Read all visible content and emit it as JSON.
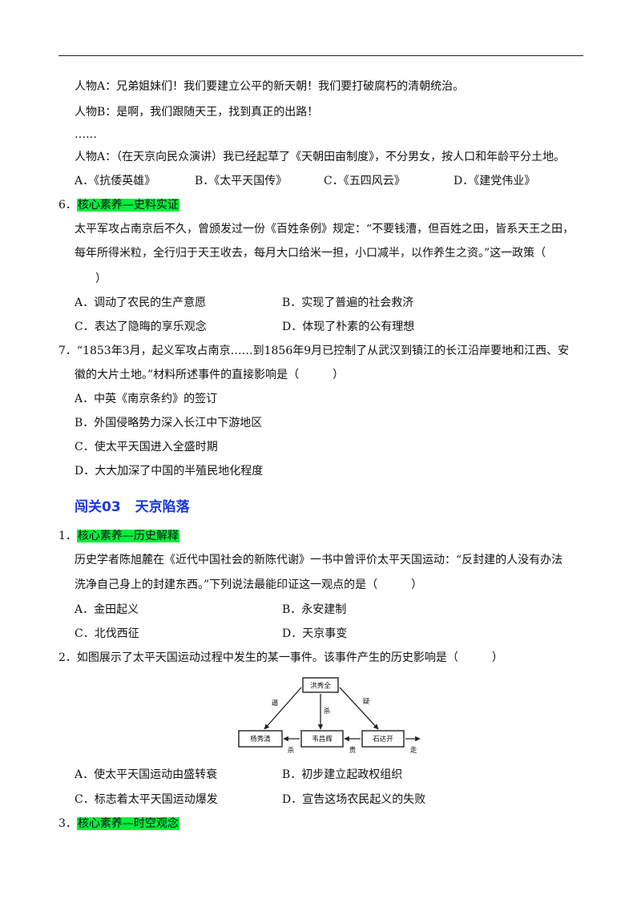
{
  "q5": {
    "line1": "人物A：兄弟姐妹们！我们要建立公平的新天朝！我们要打破腐朽的清朝统治。",
    "line2": "人物B：是啊，我们跟随天王，找到真正的出路！",
    "ellipsis": "……",
    "line3": "人物A：（在天京向民众演讲）我已经起草了《天朝田亩制度》，不分男女，按人口和年龄平分土地。",
    "options": [
      "A．《抗倭英雄》",
      "B．《太平天国传》",
      "C．《五四风云》",
      "D．《建党伟业》"
    ]
  },
  "q6": {
    "num": "6．",
    "tag": "核心素养—史料实证",
    "text1": "太平军攻占南京后不久，曾颁发过一份《百姓条例》规定：“不要钱漕，但百姓之田，皆系天王之田，",
    "text2": "每年所得米粒，全行归于天王收去，每月大口给米一担，小口减半，以作养生之资。”这一政策（",
    "text3": "）",
    "options": [
      "A．调动了农民的生产意愿",
      "B．实现了普遍的社会救济",
      "C．表达了隐晦的享乐观念",
      "D．体现了朴素的公有理想"
    ]
  },
  "q7": {
    "text1": "7．“1853年3月，起义军攻占南京……到1856年9月已控制了从武汉到镇江的长江沿岸要地和江西、安",
    "text2": "徽的大片土地。”材料所述事件的直接影响是（　　　）",
    "options": [
      "A．中英《南京条约》的签订",
      "B．外国侵略势力深入长江中下游地区",
      "C．使太平天国进入全盛时期",
      "D．大大加深了中国的半殖民地化程度"
    ]
  },
  "section": {
    "label": "闯关03",
    "title": "天京陷落"
  },
  "s3q1": {
    "num": "1．",
    "tag": "核心素养—历史解释",
    "text1": "历史学者陈旭麓在《近代中国社会的新陈代谢》一书中曾评价太平天国运动：“反封建的人没有办法",
    "text2": "洗净自己身上的封建东西。”下列说法最能印证这一观点的是（　　　）",
    "options": [
      "A．金田起义",
      "B．永安建制",
      "C．北伐西征",
      "D．天京事变"
    ]
  },
  "s3q2": {
    "text": "2．如图展示了太平天国运动过程中发生的某一事件。该事件产生的历史影响是（　　　）",
    "diagram": {
      "top": "洪秀全",
      "left": "杨秀清",
      "center": "韦昌辉",
      "right": "石达开",
      "label_left_arrow": "逼",
      "label_center_arrow": "杀",
      "label_right_arrow": "疑",
      "label_bottom_left": "杀",
      "label_bottom_right": "贵",
      "label_far_right": "走"
    },
    "options": [
      "A．使太平天国运动由盛转衰",
      "B．初步建立起政权组织",
      "C．标志着太平天国运动爆发",
      "D．宣告这场农民起义的失败"
    ]
  },
  "s3q3": {
    "num": "3．",
    "tag": "核心素养—时空观念"
  }
}
